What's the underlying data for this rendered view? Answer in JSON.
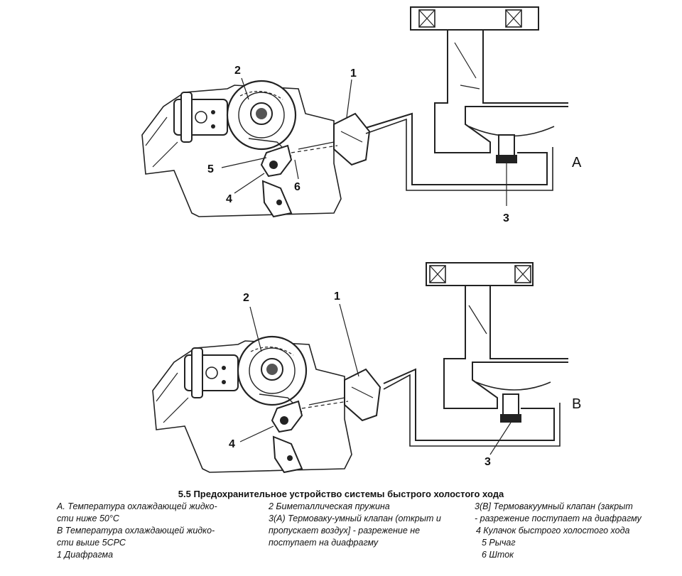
{
  "figure": {
    "title": "5.5 Предохранительное устройство системы быстрого холостого хода",
    "panels": [
      {
        "letter": "A",
        "labels": [
          "1",
          "2",
          "3",
          "4",
          "5",
          "6"
        ]
      },
      {
        "letter": "B",
        "labels": [
          "1",
          "2",
          "3",
          "4"
        ]
      }
    ]
  },
  "legend": {
    "col1": [
      "А. Температура охлаждающей жидко-",
      "сти ниже 50°С",
      "В Температура охлаждающей жидко-",
      "сти выше 5СРС",
      "1 Диафрагма"
    ],
    "col2": [
      "2 Биметаллическая пружина",
      "3(А) Термоваку-умный клапан (открыт и",
      "пропускает воздух] - разрежение не",
      "поступает на диафрагму"
    ],
    "col3": [
      "3(В] Термовакуумный клапан (закрыт",
      "- разрежение поступает на диафрагму",
      "4 Кулачок быстрого холостого хода",
      "5 Рычаг",
      "6 Шток"
    ]
  }
}
